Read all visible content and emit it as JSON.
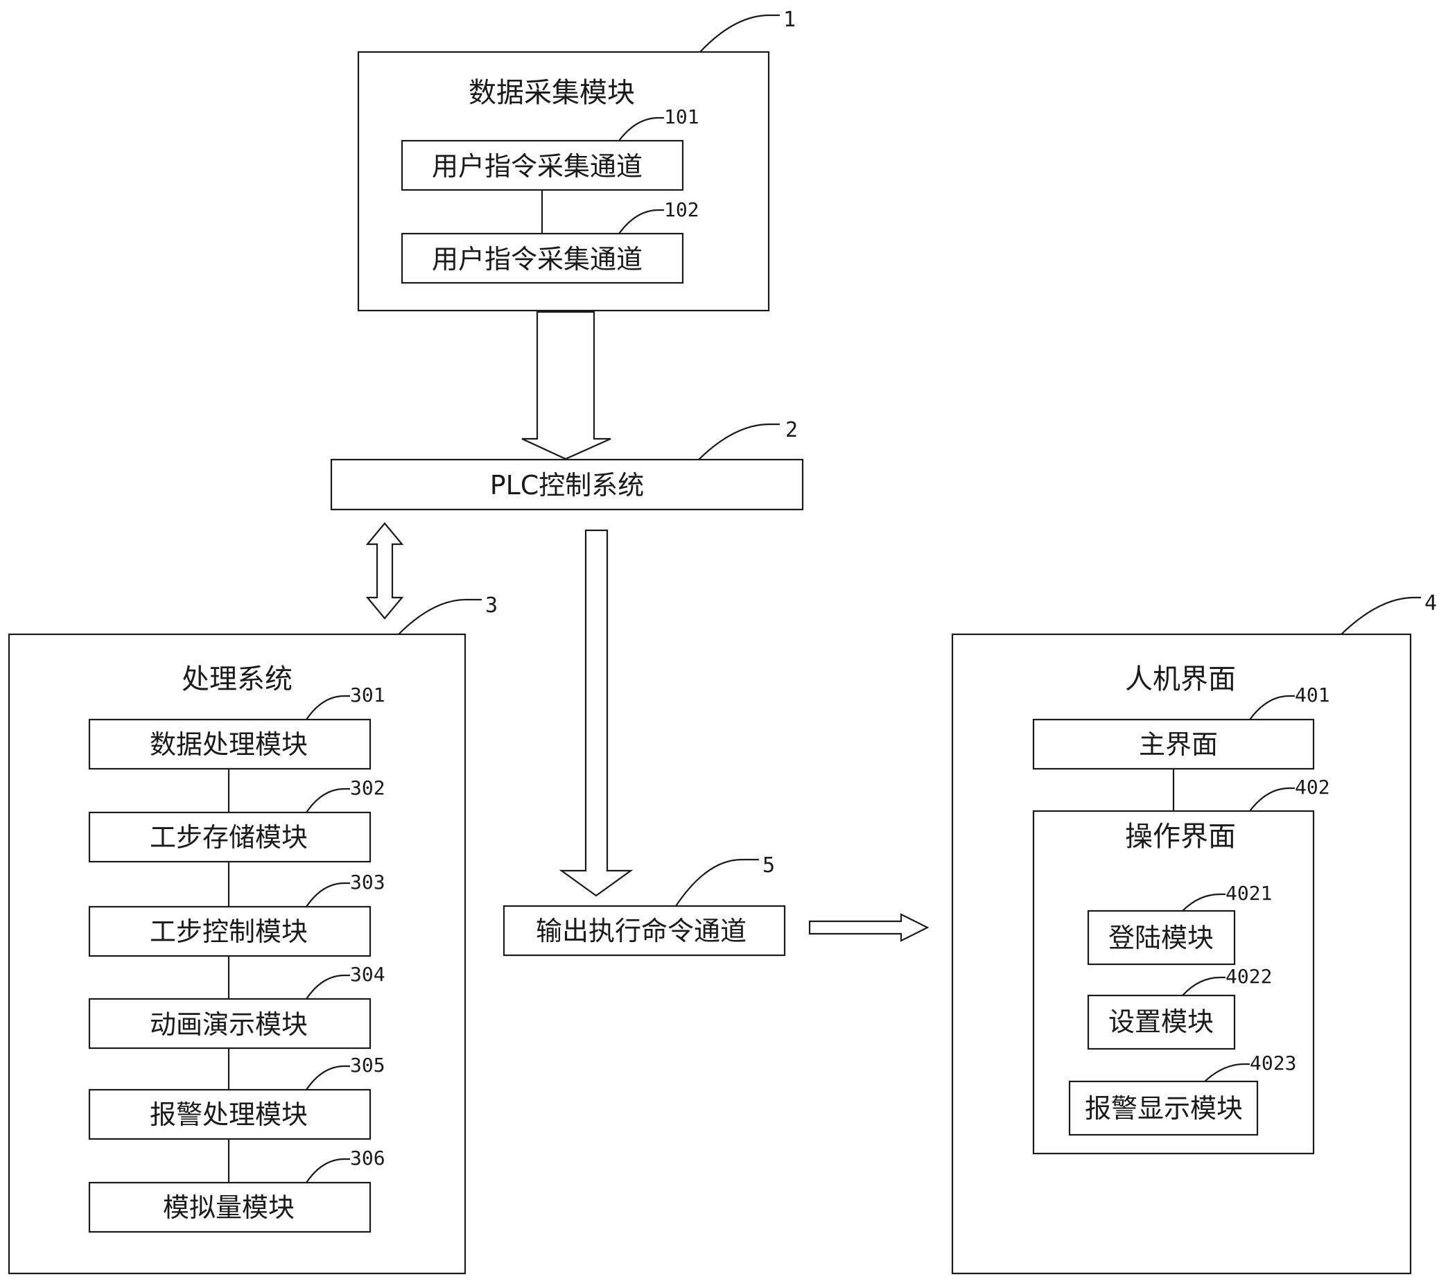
{
  "module1": {
    "ref": "1",
    "title": "数据采集模块",
    "channel_a": {
      "ref": "101",
      "label": "用户指令采集通道"
    },
    "channel_b": {
      "ref": "102",
      "label": "用户指令采集通道"
    }
  },
  "plc": {
    "ref": "2",
    "label": "PLC控制系统"
  },
  "processing": {
    "ref": "3",
    "title": "处理系统",
    "items": [
      {
        "ref": "301",
        "label": "数据处理模块"
      },
      {
        "ref": "302",
        "label": "工步存储模块"
      },
      {
        "ref": "303",
        "label": "工步控制模块"
      },
      {
        "ref": "304",
        "label": "动画演示模块"
      },
      {
        "ref": "305",
        "label": "报警处理模块"
      },
      {
        "ref": "306",
        "label": "模拟量模块"
      }
    ]
  },
  "hmi": {
    "ref": "4",
    "title": "人机界面",
    "main": {
      "ref": "401",
      "label": "主界面"
    },
    "operation": {
      "ref": "402",
      "title": "操作界面",
      "items": [
        {
          "ref": "4021",
          "label": "登陆模块"
        },
        {
          "ref": "4022",
          "label": "设置模块"
        },
        {
          "ref": "4023",
          "label": "报警显示模块"
        }
      ]
    }
  },
  "output": {
    "ref": "5",
    "label": "输出执行命令通道"
  }
}
